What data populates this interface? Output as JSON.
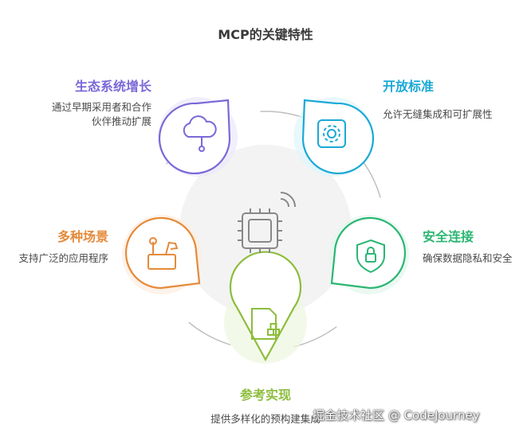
{
  "title": "MCP的关键特性",
  "colors": {
    "ecosystem": "#7b68d8",
    "open_standard": "#1aa9d6",
    "scenarios": "#e58a3a",
    "secure": "#2bb673",
    "reference": "#8cbd3c",
    "hub": "#888888"
  },
  "features": {
    "ecosystem": {
      "title": "生态系统增长",
      "desc_lines": [
        "通过早期采用者和合作",
        "伙伴推动扩展"
      ],
      "icon": "cloud-icon"
    },
    "open_standard": {
      "title": "开放标准",
      "desc_lines": [
        "允许无缝集成和可扩展性"
      ],
      "icon": "gear-icon"
    },
    "scenarios": {
      "title": "多种场景",
      "desc_lines": [
        "支持广泛的应用程序"
      ],
      "icon": "tools-icon"
    },
    "secure": {
      "title": "安全连接",
      "desc_lines": [
        "确保数据隐私和安全"
      ],
      "icon": "shield-lock-icon"
    },
    "reference": {
      "title": "参考实现",
      "desc_lines": [
        "提供多样化的预构建集成"
      ],
      "icon": "document-blocks-icon"
    }
  },
  "hub_icon": "chip-signal-icon",
  "watermark": "掘金技术社区 @ CodeJourney"
}
